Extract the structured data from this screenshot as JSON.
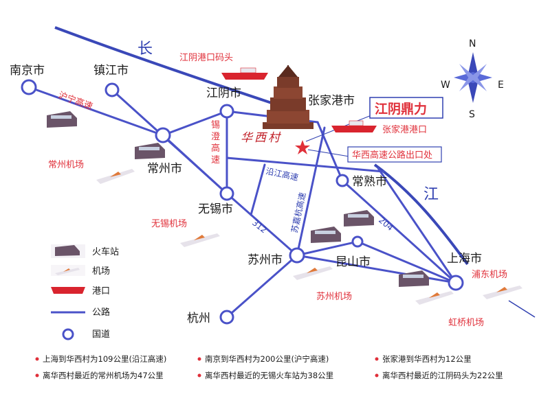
{
  "river": {
    "char1": "长",
    "char2": "江"
  },
  "compass": {
    "n": "N",
    "s": "S",
    "e": "E",
    "w": "W"
  },
  "cities": {
    "nanjing": "南京市",
    "zhenjiang": "镇江市",
    "jiangyin": "江阴市",
    "zhangjiagang": "张家港市",
    "changzhou": "常州市",
    "wuxi": "无锡市",
    "changshu": "常熟市",
    "suzhou": "苏州市",
    "kunshan": "昆山市",
    "shanghai": "上海市",
    "hangzhou": "杭州"
  },
  "labels": {
    "jiangyin_port": "江阴港口码头",
    "zhangjiagang_port": "张家港港口",
    "huaxi_exit": "华西高速公路出口处",
    "brand": "江阴鼎力",
    "huaxi_village": "华西村",
    "changzhou_airport": "常州机场",
    "wuxi_airport": "无锡机场",
    "suzhou_airport": "苏州机场",
    "pudong_airport": "浦东机场",
    "hongqiao_airport": "虹桥机场"
  },
  "roads": {
    "huning": "沪宁高速",
    "xicheng": [
      "锡",
      "澄",
      "高",
      "速"
    ],
    "yanjiang": "沿江高速",
    "sujiahang": "苏嘉杭高速",
    "g312": "312",
    "g204": "204"
  },
  "legend": {
    "train": "火车站",
    "airport": "机场",
    "port": "港口",
    "highway": "公路",
    "national": "国道"
  },
  "notes": [
    "上海到华西村为109公里(沿江高速)",
    "南京到华西村为200公里(沪宁高速)",
    "张家港到华西村为12公里",
    "离华西村最近的常州机场为47公里",
    "离华西村最近的无锡火车站为38公里",
    "离华西村最近的江阴码头为22公里"
  ],
  "colors": {
    "road": "#4a52c8",
    "river": "#3a48b8",
    "accent": "#e0303a"
  }
}
